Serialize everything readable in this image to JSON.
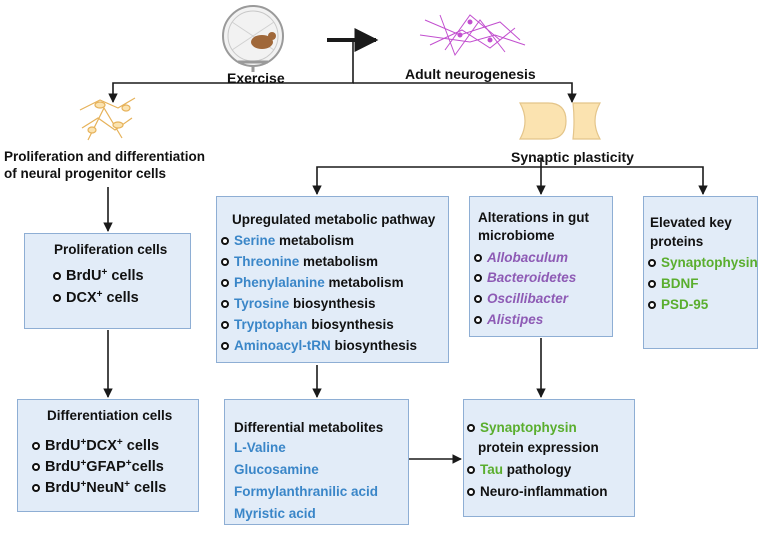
{
  "colors": {
    "box_fill": "#e2ecf8",
    "box_border": "#8eaed4",
    "metabolite_blue": "#3a86c8",
    "protein_green": "#5aae2e",
    "bacteria_purple": "#8e5bb5",
    "arrow": "#1a1a1a"
  },
  "icons": [
    "running-wheel-mouse-icon",
    "neuron-network-icon",
    "neural-progenitor-cells-icon",
    "synapse-icon"
  ],
  "top": {
    "exercise": "Exercise",
    "adult_neurogenesis": "Adult neurogenesis",
    "proliferation_title_line1": "Proliferation and differentiation",
    "proliferation_title_line2": "of neural progenitor cells",
    "synaptic_plasticity": "Synaptic plasticity"
  },
  "proliferation_box": {
    "title": "Proliferation cells",
    "items": [
      {
        "marker": "BrdU",
        "sup": "+",
        "suffix": " cells"
      },
      {
        "marker": "DCX",
        "sup": "+",
        "suffix": " cells"
      }
    ]
  },
  "differentiation_box": {
    "title": "Differentiation cells",
    "items": [
      {
        "a": "BrdU",
        "a_sup": "+",
        "b": "DCX",
        "b_sup": "+",
        "suffix": " cells"
      },
      {
        "a": "BrdU",
        "a_sup": "+",
        "b": "GFAP",
        "b_sup": "+",
        "suffix": "cells"
      },
      {
        "a": "BrdU",
        "a_sup": "+",
        "b": "NeuN",
        "b_sup": "+",
        "suffix": " cells"
      }
    ]
  },
  "metabolic_box": {
    "title": "Upregulated metabolic pathway",
    "items": [
      {
        "key": "Serine",
        "rest": " metabolism"
      },
      {
        "key": "Threonine",
        "rest": " metabolism"
      },
      {
        "key": "Phenylalanine",
        "rest": " metabolism"
      },
      {
        "key": "Tyrosine",
        "rest": " biosynthesis"
      },
      {
        "key": "Tryptophan",
        "rest": " biosynthesis"
      },
      {
        "key": "Aminoacyl-tRN",
        "rest": " biosynthesis"
      }
    ]
  },
  "gut_box": {
    "title_line1": "Alterations in gut",
    "title_line2": "microbiome",
    "items": [
      "Allobaculum",
      "Bacteroidetes",
      "Oscillibacter",
      "Alistipes"
    ]
  },
  "proteins_box": {
    "title_line1": "Elevated  key",
    "title_line2": "proteins",
    "items": [
      "Synaptophysin",
      "BDNF",
      "PSD-95"
    ]
  },
  "metabolites_box": {
    "title": "Differential metabolites",
    "items": [
      "L-Valine",
      "Glucosamine",
      "Formylanthranilic acid",
      "Myristic acid"
    ]
  },
  "outcome_box": {
    "item1_green": "Synaptophysin",
    "item1_line2": "protein expression",
    "item2_green": "Tau",
    "item2_rest": " pathology",
    "item3": "Neuro-inflammation"
  }
}
